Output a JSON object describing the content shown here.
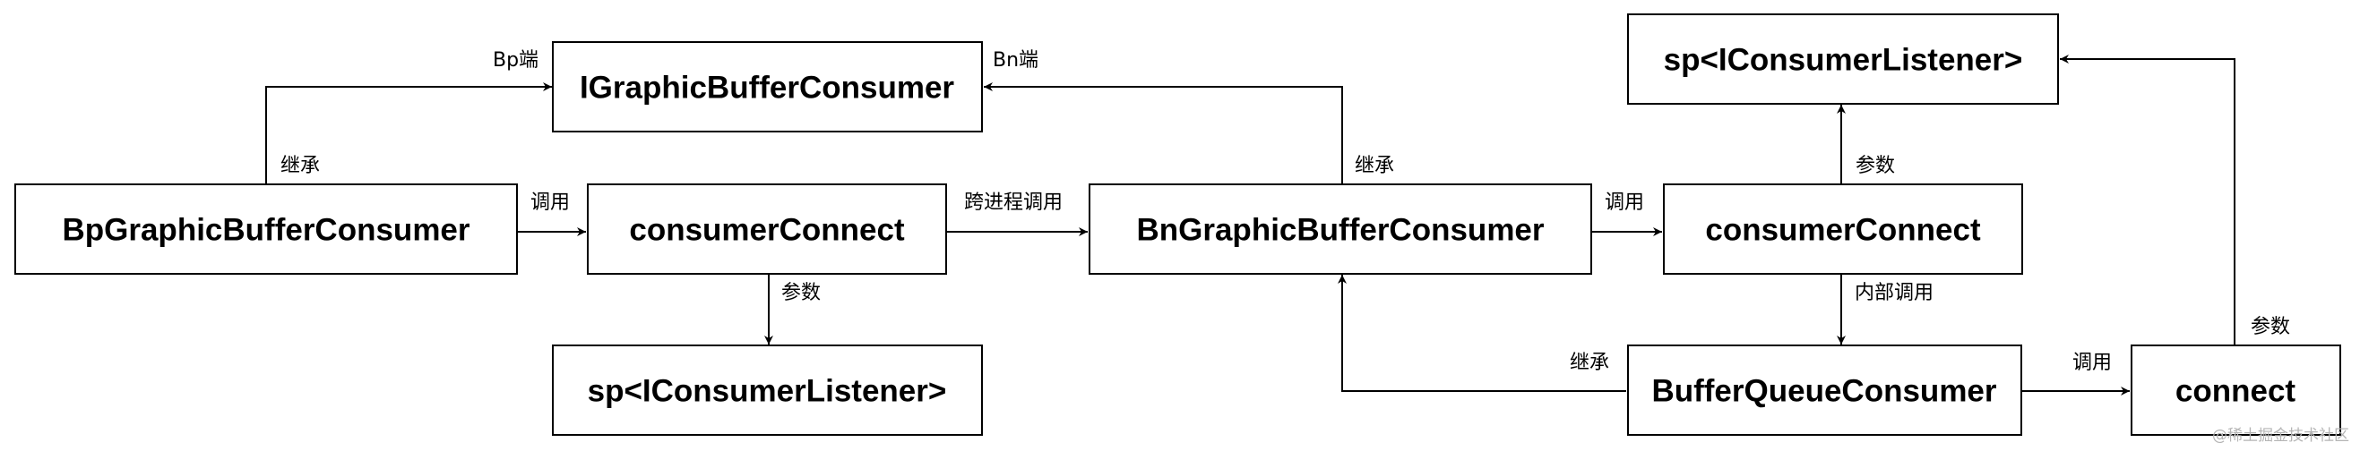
{
  "diagram": {
    "nodes": [
      {
        "id": "bp_consumer",
        "label": "BpGraphicBufferConsumer"
      },
      {
        "id": "connect_left",
        "label": "consumerConnect"
      },
      {
        "id": "listener_left",
        "label": "sp<IConsumerListener>"
      },
      {
        "id": "igraphic",
        "label": "IGraphicBufferConsumer"
      },
      {
        "id": "bn_consumer",
        "label": "BnGraphicBufferConsumer"
      },
      {
        "id": "connect_right",
        "label": "consumerConnect"
      },
      {
        "id": "listener_right",
        "label": "sp<IConsumerListener>"
      },
      {
        "id": "bufferqueue",
        "label": "BufferQueueConsumer"
      },
      {
        "id": "connect",
        "label": "connect"
      }
    ],
    "edges": [
      {
        "from": "bp_consumer",
        "to": "igraphic",
        "labels": [
          "继承",
          "Bp端"
        ]
      },
      {
        "from": "bp_consumer",
        "to": "connect_left",
        "labels": [
          "调用"
        ]
      },
      {
        "from": "connect_left",
        "to": "listener_left",
        "labels": [
          "参数"
        ]
      },
      {
        "from": "connect_left",
        "to": "bn_consumer",
        "labels": [
          "跨进程调用"
        ]
      },
      {
        "from": "bn_consumer",
        "to": "igraphic",
        "labels": [
          "继承",
          "Bn端"
        ]
      },
      {
        "from": "bn_consumer",
        "to": "connect_right",
        "labels": [
          "调用"
        ]
      },
      {
        "from": "connect_right",
        "to": "listener_right",
        "labels": [
          "参数"
        ]
      },
      {
        "from": "connect_right",
        "to": "bufferqueue",
        "labels": [
          "内部调用"
        ]
      },
      {
        "from": "bufferqueue",
        "to": "bn_consumer",
        "labels": [
          "继承"
        ]
      },
      {
        "from": "bufferqueue",
        "to": "connect",
        "labels": [
          "调用"
        ]
      },
      {
        "from": "connect",
        "to": "listener_right",
        "labels": [
          "参数"
        ]
      }
    ]
  },
  "watermark": "@稀土掘金技术社区"
}
